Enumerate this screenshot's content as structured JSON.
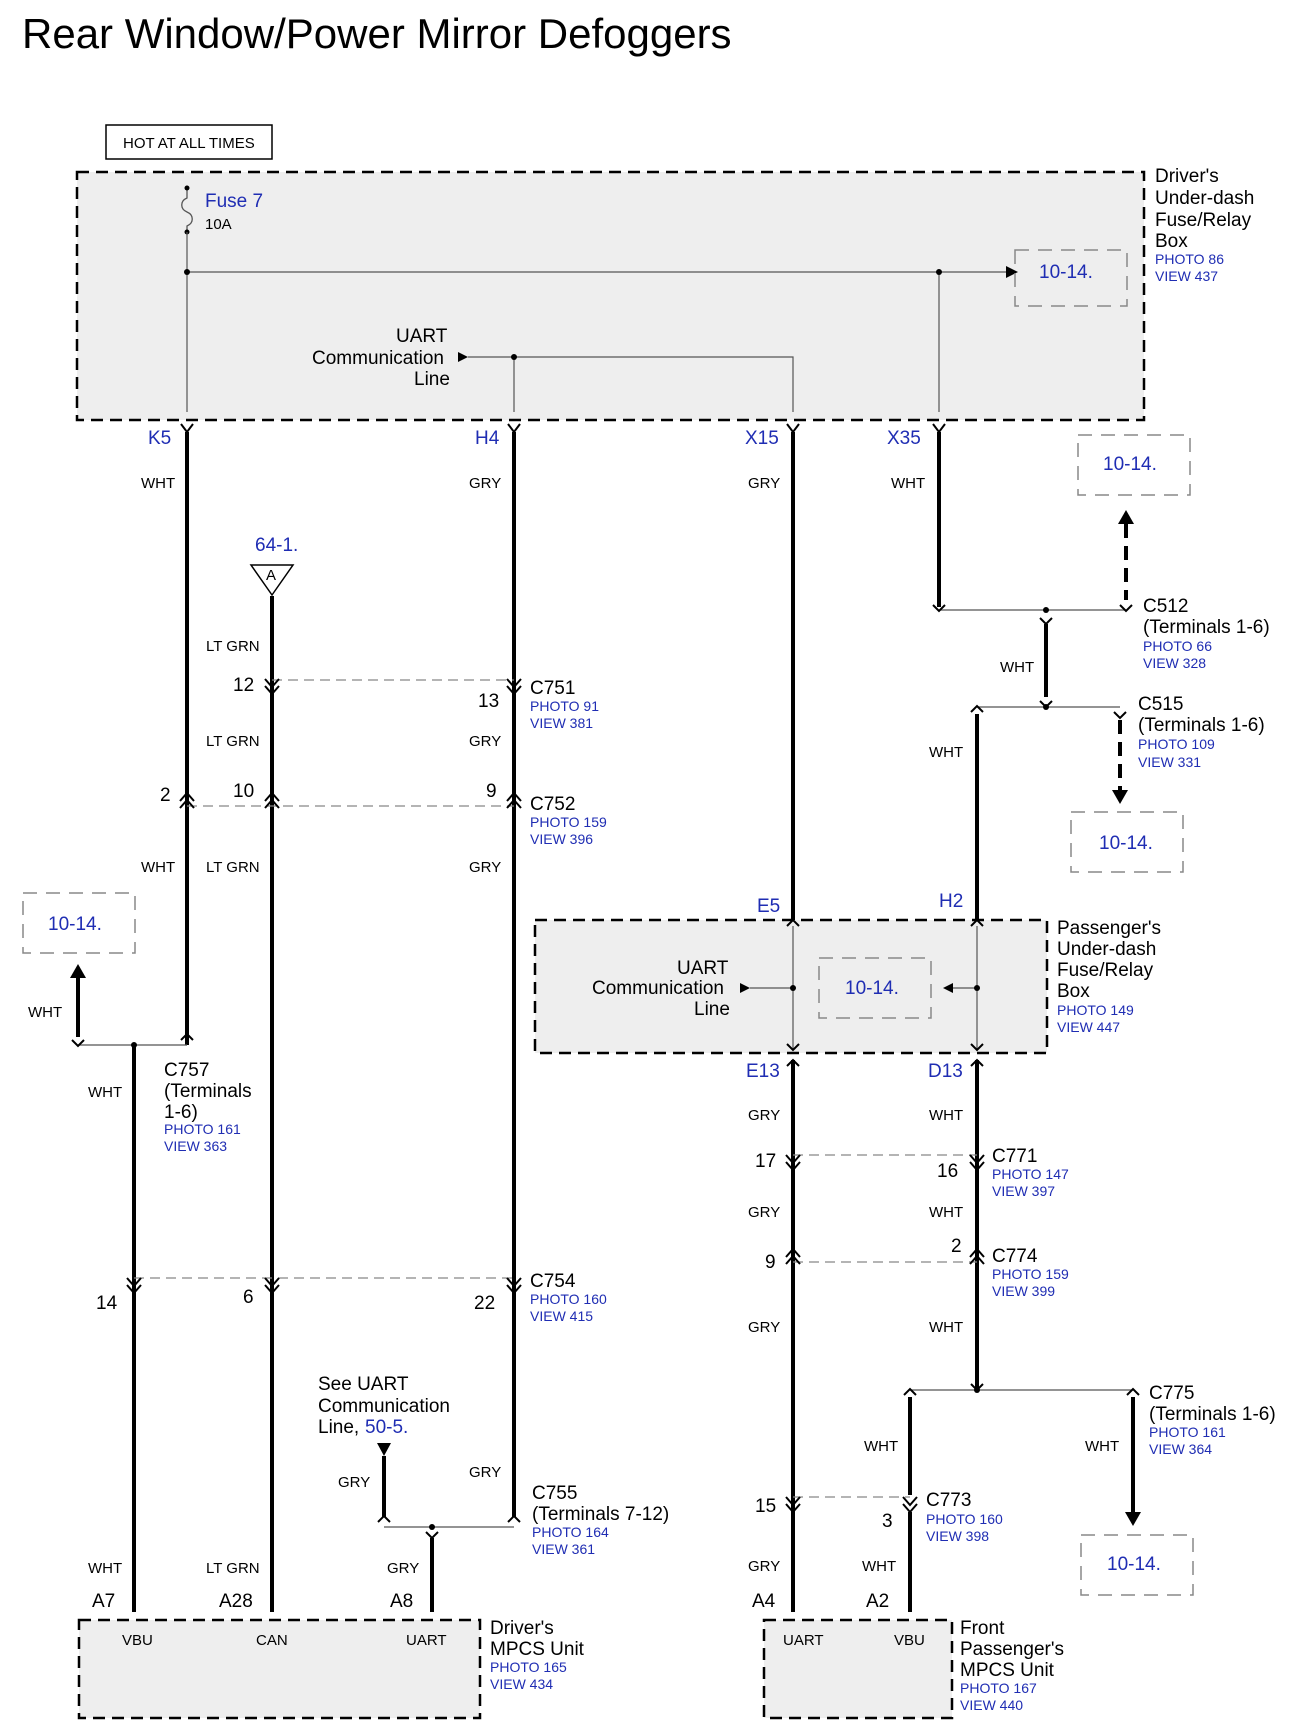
{
  "title": "Rear Window/Power Mirror Defoggers",
  "hot_label": "HOT AT ALL TIMES",
  "fuse": {
    "name": "Fuse 7",
    "rating": "10A"
  },
  "driver_box": {
    "lines": [
      "Driver's",
      "Under-dash",
      "Fuse/Relay",
      "Box"
    ],
    "photo": "PHOTO 86",
    "view": "VIEW 437"
  },
  "passenger_box": {
    "lines": [
      "Passenger's",
      "Under-dash",
      "Fuse/Relay",
      "Box"
    ],
    "photo": "PHOTO 149",
    "view": "VIEW 447"
  },
  "uart_line": [
    "UART",
    "Communication",
    "Line"
  ],
  "ref_10_14": "10-14.",
  "ref_64_1": "64-1.",
  "ref_a": "A",
  "pins": {
    "k5": "K5",
    "h4": "H4",
    "x15": "X15",
    "x35": "X35",
    "e5": "E5",
    "h2": "H2",
    "e13": "E13",
    "d13": "D13",
    "a7": "A7",
    "a28": "A28",
    "a8": "A8",
    "a4": "A4",
    "a2": "A2"
  },
  "colors": {
    "wht": "WHT",
    "gry": "GRY",
    "ltgrn": "LT GRN"
  },
  "connectors": {
    "c751": {
      "name": "C751",
      "photo": "PHOTO 91",
      "view": "VIEW 381"
    },
    "c752": {
      "name": "C752",
      "photo": "PHOTO 159",
      "view": "VIEW 396"
    },
    "c754": {
      "name": "C754",
      "photo": "PHOTO 160",
      "view": "VIEW 415"
    },
    "c755": {
      "name": "C755",
      "sub": "(Terminals 7-12)",
      "photo": "PHOTO 164",
      "view": "VIEW 361"
    },
    "c757": {
      "name": "C757",
      "sub1": "(Terminals",
      "sub2": "1-6)",
      "photo": "PHOTO 161",
      "view": "VIEW 363"
    },
    "c512": {
      "name": "C512",
      "sub": "(Terminals 1-6)",
      "photo": "PHOTO 66",
      "view": "VIEW 328"
    },
    "c515": {
      "name": "C515",
      "sub": "(Terminals 1-6)",
      "photo": "PHOTO 109",
      "view": "VIEW 331"
    },
    "c771": {
      "name": "C771",
      "photo": "PHOTO 147",
      "view": "VIEW 397"
    },
    "c774": {
      "name": "C774",
      "photo": "PHOTO 159",
      "view": "VIEW 399"
    },
    "c773": {
      "name": "C773",
      "photo": "PHOTO 160",
      "view": "VIEW 398"
    },
    "c775": {
      "name": "C775",
      "sub": "(Terminals 1-6)",
      "photo": "PHOTO 161",
      "view": "VIEW 364"
    }
  },
  "terminals": {
    "t12": "12",
    "t13": "13",
    "t2": "2",
    "t10": "10",
    "t9": "9",
    "t14": "14",
    "t6": "6",
    "t22": "22",
    "t17": "17",
    "t16": "16",
    "t9b": "9",
    "t2b": "2",
    "t15": "15",
    "t3": "3"
  },
  "see_uart": {
    "lines": [
      "See UART",
      "Communication",
      "Line, "
    ],
    "ref": "50-5."
  },
  "driver_mpcs": {
    "lines": [
      "Driver's",
      "MPCS Unit"
    ],
    "photo": "PHOTO 165",
    "view": "VIEW 434",
    "terms": [
      "VBU",
      "CAN",
      "UART"
    ]
  },
  "front_mpcs": {
    "lines": [
      "Front",
      "Passenger's",
      "MPCS Unit"
    ],
    "photo": "PHOTO 167",
    "view": "VIEW 440",
    "terms": [
      "UART",
      "VBU"
    ]
  }
}
